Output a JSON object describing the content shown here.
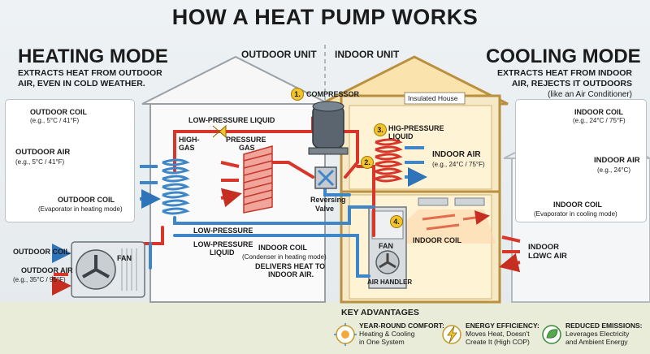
{
  "title": "HOW A HEAT PUMP WORKS",
  "heating": {
    "heading": "HEATING MODE",
    "subtitle_line1": "EXTRACTS HEAT FROM OUTDOOR",
    "subtitle_line2": "AIR, EVEN IN COLD WEATHER.",
    "card": {
      "coil_top": "OUTDOOR COIL",
      "coil_top_temp": "(e.g., 5°C / 41°F)",
      "air": "OUTDOOR AIR",
      "air_temp": "(e.g., 5°C / 41°F)",
      "coil_bottom": "OUTDOOR COIL",
      "coil_bottom_note": "(Evaporator in heating mode)"
    }
  },
  "cooling": {
    "heading": "COOLING MODE",
    "subtitle_line1": "EXTRACTS HEAT FROM INDOOR",
    "subtitle_line2": "AIR, REJECTS IT OUTDOORS",
    "subtitle_note": "(like an Air Conditioner)",
    "card": {
      "coil_top": "INDOOR COIL",
      "coil_top_temp": "(e.g., 24°C / 75°F)",
      "air": "INDOOR AIR",
      "air_temp": "(e.g., 24°C)",
      "coil_bottom": "INDOOR COIL",
      "coil_bottom_note": "(Evaporator in cooling mode)"
    }
  },
  "units": {
    "outdoor": "OUTDOOR UNIT",
    "indoor": "INDOOR UNIT"
  },
  "diagram": {
    "low_pressure_liquid_top": "LOW-PRESSURE LIQUID",
    "high_gas_1": "HIGH-",
    "high_gas_2": "GAS",
    "pressure_gas_1": "PRESSURE",
    "pressure_gas_2": "GAS",
    "compressor_num": "1.",
    "compressor": "COMPRESSOR",
    "insulated_house": "Insulated House",
    "step3_num": "3.",
    "step3_line1": "HIG-PRESSURE",
    "step3_line2": "LIQUID",
    "step2_num": "2.",
    "indoor_air": "INDOOR AIR",
    "indoor_air_temp": "(e.g., 24°C / 75°F)",
    "reversing_1": "Reversing",
    "reversing_2": "Valve",
    "low_pressure": "LOW-PRESSURE",
    "low_pressure_liquid_1": "LOW-PRESSURE",
    "low_pressure_liquid_2": "LIQUID",
    "indoor_coil_heading": "INDOOR COIL",
    "indoor_coil_note": "(Condenser in heating mode)",
    "delivers_1": "DELIVERS HEAT TO",
    "delivers_2": "INDOOR AIR.",
    "step4_num": "4.",
    "indoor_coil_label": "INDOOR COIL",
    "fan_indoor": "FAN",
    "air_handler": "AIR HANDLER",
    "outdoor_coil_left": "OUTDOOR COIL",
    "outdoor_air_left": "OUTDOOR AIR",
    "outdoor_air_left_temp": "(e.g., 35°C / 95°F)",
    "fan_outdoor": "FAN",
    "indoor_lowc_1": "INDOOR",
    "indoor_lowc_2": "LΩWC AIR"
  },
  "advantages": {
    "heading": "KEY ADVANTAGES",
    "items": [
      {
        "icon": "sun-snowflake-icon",
        "title": "YEAR-ROUND COMFORT:",
        "line1": "Heating & Cooling",
        "line2": "in One System"
      },
      {
        "icon": "lightning-icon",
        "title": "ENERGY EFFICIENCY:",
        "line1": "Moves Heat, Doesn't",
        "line2": "Create It (High COP)"
      },
      {
        "icon": "leaf-recycle-icon",
        "title": "REDUCED EMISSIONS:",
        "line1": "Leverages Electricity",
        "line2": "and Ambient Energy"
      }
    ]
  },
  "colors": {
    "hot": "#d9362b",
    "cold": "#3f86c9",
    "warm_room": "#fbe6b8",
    "badge": "#f4c430"
  }
}
